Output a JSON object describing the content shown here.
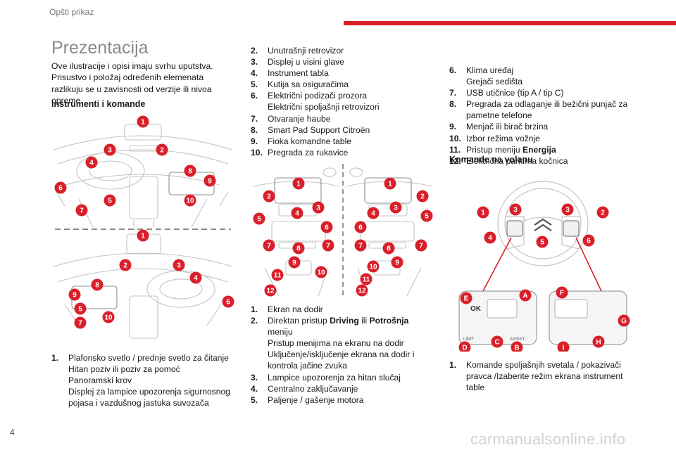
{
  "header": {
    "section": "Opšti prikaz",
    "accent_color": "#d9202a"
  },
  "page_title": "Prezentacija",
  "intro": "Ove ilustracije i opisi imaju svrhu uputstva. Prisustvo i položaj određenih elemenata razlikuju se u zavisnosti od verzije ili nivoa opreme.",
  "instruments": {
    "heading": "Instrumenti i komande",
    "items": [
      {
        "num": "1.",
        "lines": [
          "Plafonsko svetlo / prednje svetlo za čitanje",
          "Hitan poziv ili poziv za pomoć",
          "Panoramski krov",
          "Displej za lampice upozorenja sigurnosnog pojasa i vazdušnog jastuka suvozača"
        ]
      },
      {
        "num": "2.",
        "lines": [
          "Unutrašnji retrovizor"
        ]
      },
      {
        "num": "3.",
        "lines": [
          "Displej u visini glave"
        ]
      },
      {
        "num": "4.",
        "lines": [
          "Instrument tabla"
        ]
      },
      {
        "num": "5.",
        "lines": [
          "Kutija sa osiguračima"
        ]
      },
      {
        "num": "6.",
        "lines": [
          "Električni podizači prozora",
          "Električni spoljašnji retrovizori"
        ]
      },
      {
        "num": "7.",
        "lines": [
          "Otvaranje haube"
        ]
      },
      {
        "num": "8.",
        "lines": [
          "Smart Pad Support Citroën"
        ]
      },
      {
        "num": "9.",
        "lines": [
          "Fioka komandne table"
        ]
      },
      {
        "num": "10.",
        "lines": [
          "Pregrada za rukavice"
        ]
      }
    ]
  },
  "console": {
    "items": [
      {
        "num": "1.",
        "lines": [
          "Ekran na dodir"
        ]
      },
      {
        "num": "2.",
        "parts": [
          [
            "Direktan pristup ",
            "Driving",
            " ili ",
            "Potrošnja"
          ]
        ],
        "lines": [
          "meniju",
          "Pristup menijima na ekranu na dodir",
          "Uključenje/isključenje ekrana na dodir i kontrola jačine zvuka"
        ]
      },
      {
        "num": "3.",
        "lines": [
          "Lampice upozorenja za hitan slučaj"
        ]
      },
      {
        "num": "4.",
        "lines": [
          "Centralno zaključavanje"
        ]
      },
      {
        "num": "5.",
        "lines": [
          "Paljenje / gašenje motora"
        ]
      }
    ],
    "items2": [
      {
        "num": "6.",
        "lines": [
          "Klima uređaj",
          "Grejači sedišta"
        ]
      },
      {
        "num": "7.",
        "lines": [
          "USB utičnice (tip A / tip C)"
        ]
      },
      {
        "num": "8.",
        "lines": [
          "Pregrada za odlaganje ili bežični punjač za pametne telefone"
        ]
      },
      {
        "num": "9.",
        "lines": [
          "Menjač ili birač brzina"
        ]
      },
      {
        "num": "10.",
        "lines": [
          "Izbor režima vožnje"
        ]
      },
      {
        "num": "11.",
        "pre": "Pristup meniju ",
        "bold": "Energija"
      },
      {
        "num": "12.",
        "lines": [
          "Električna parkirna kočnica"
        ]
      }
    ]
  },
  "steering": {
    "heading": "Komande na volanu",
    "items": [
      {
        "num": "1.",
        "lines": [
          "Komande spoljašnjih svetala / pokazivači pravca /Izaberite režim ekrana instrument table"
        ]
      }
    ],
    "button_labels": {
      "ok": "OK",
      "limit": "LIMIT",
      "assist": "ASSIST"
    }
  },
  "badge_labels": {
    "d1": [
      "1",
      "2",
      "3",
      "4",
      "5",
      "6",
      "7",
      "8",
      "9",
      "10"
    ],
    "d2": [
      "1",
      "2",
      "3",
      "4",
      "5",
      "6",
      "7",
      "8",
      "9",
      "10",
      "11",
      "12"
    ],
    "d3": [
      "1",
      "2",
      "3",
      "4",
      "5",
      "6",
      "A",
      "B",
      "C",
      "D",
      "E",
      "F",
      "G",
      "H",
      "I"
    ]
  },
  "footer": {
    "page_number": "4",
    "watermark": "carmanualsonline.info"
  }
}
